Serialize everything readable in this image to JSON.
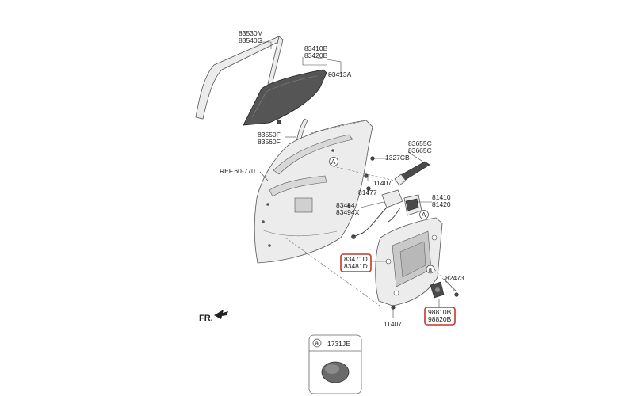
{
  "labels": {
    "run_channel": [
      "83530M",
      "83540G"
    ],
    "glass": [
      "83410B",
      "83420B"
    ],
    "glass_sub": "83413A",
    "channel_lower": [
      "83550F",
      "83560F"
    ],
    "weatherstrip": [
      "83655C",
      "83665C"
    ],
    "bolt_top": "1327CB",
    "ref": "REF.60-770",
    "bolt_mid": "11407",
    "bolt_mid2": "81477",
    "latch": [
      "81410",
      "81420"
    ],
    "cable": [
      "83484",
      "83494X"
    ],
    "module": [
      "83471D",
      "83481D"
    ],
    "screw": "82473",
    "motor": [
      "98810B",
      "98820B"
    ],
    "bolt_bottom": "11407",
    "fr": "FR.",
    "callout_a": "A",
    "callout_a_small": "a",
    "inset_part": "1731JE"
  }
}
